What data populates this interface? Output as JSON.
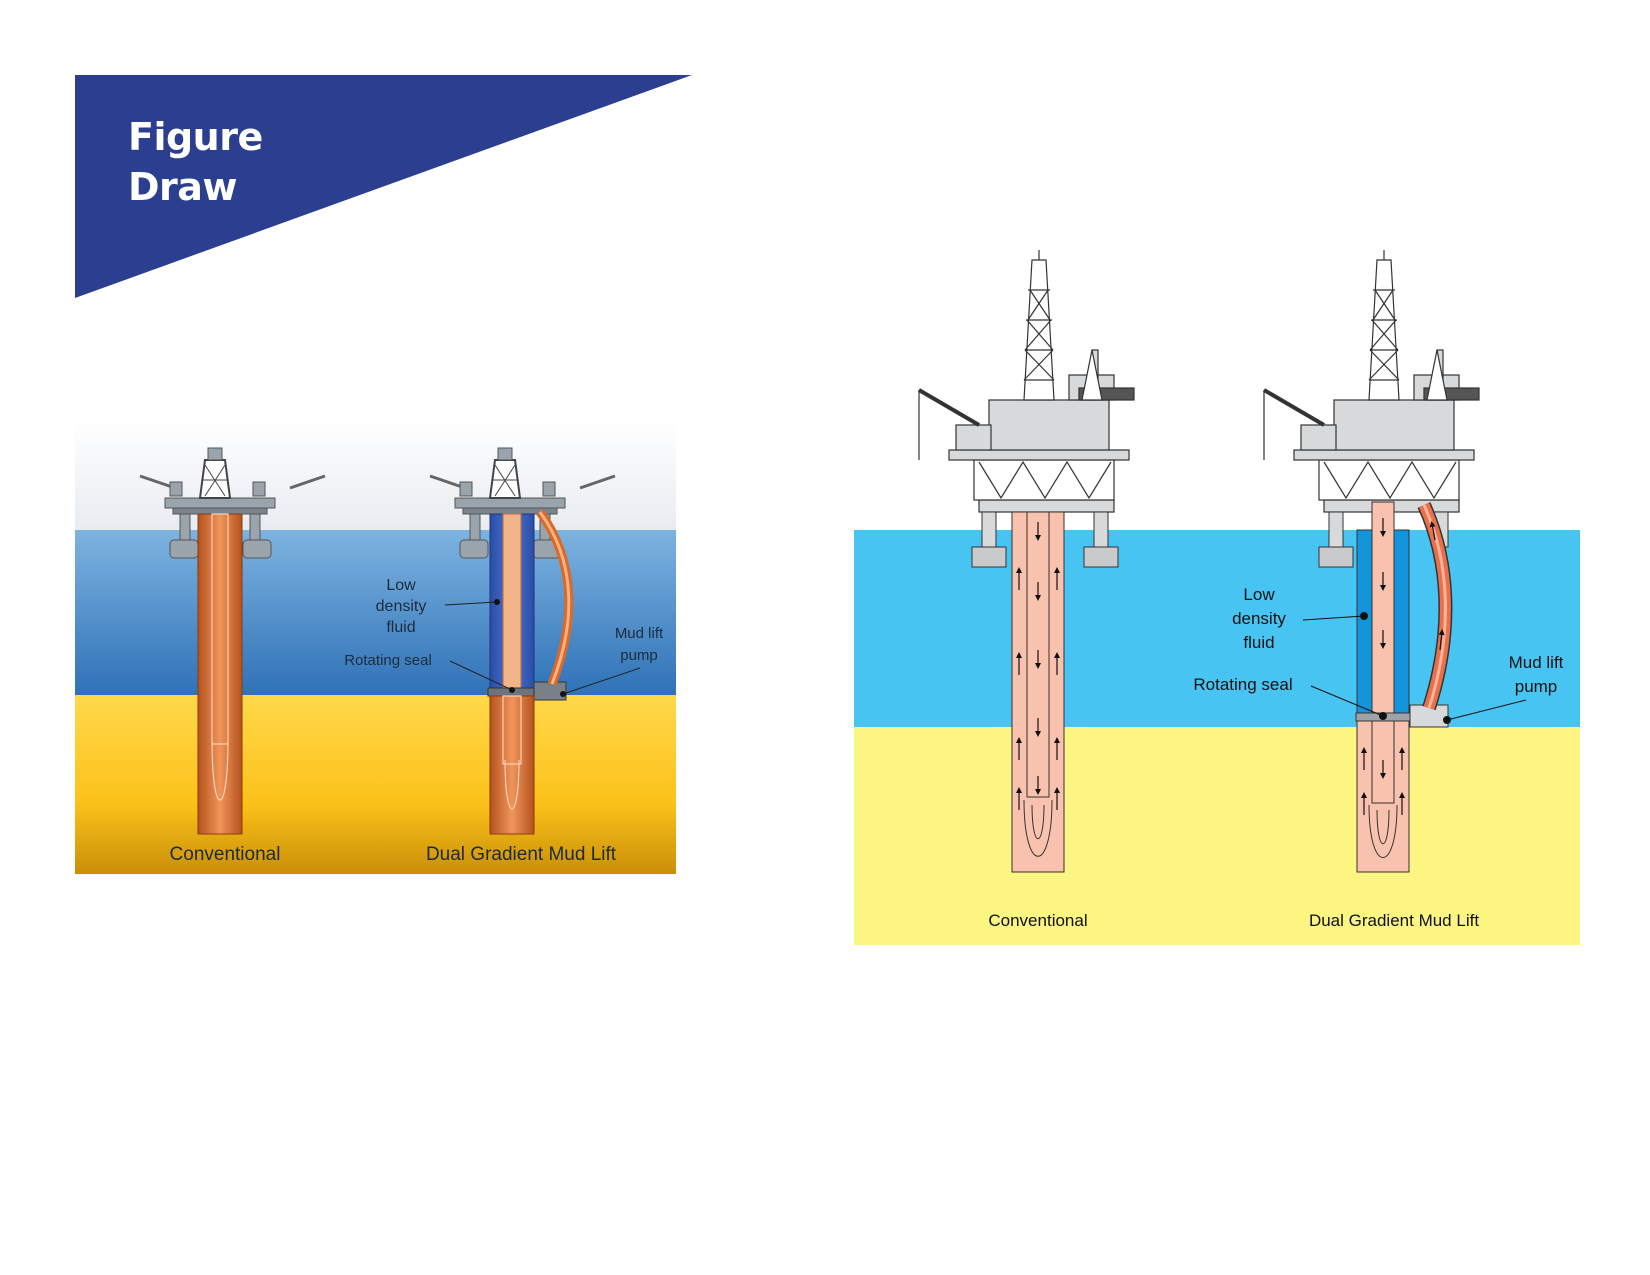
{
  "banner": {
    "line1": "Figure",
    "line2": "Draw",
    "color": "#2b3e8f"
  },
  "colors": {
    "left_sea": "#3e88c9",
    "left_seabed": "#fcc21a",
    "left_pipe": "#d86a2a",
    "right_sea": "#47c4f2",
    "right_seabed": "#fcf582",
    "right_pipe": "#f9c2ae",
    "right_hose": "#e8704a",
    "low_density_blue": "#1395dc"
  },
  "left": {
    "label_conventional": "Conventional",
    "label_dual": "Dual Gradient Mud Lift",
    "low_density": [
      "Low",
      "density",
      "fluid"
    ],
    "rotating_seal": "Rotating seal",
    "mud_lift_pump": [
      "Mud lift",
      "pump"
    ]
  },
  "right": {
    "label_conventional": "Conventional",
    "label_dual": "Dual Gradient  Mud Lift",
    "low_density": [
      "Low",
      "density",
      "fluid"
    ],
    "rotating_seal": "Rotating seal",
    "mud_lift_pump": [
      "Mud lift",
      "pump"
    ]
  }
}
